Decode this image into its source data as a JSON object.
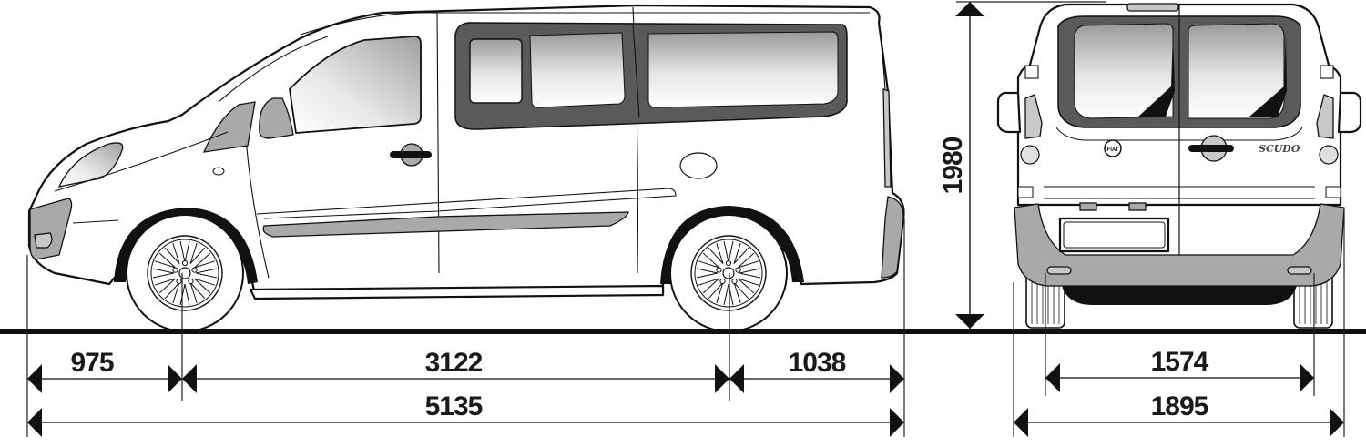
{
  "diagram": {
    "subject": "Van dimension drawing (side and rear elevation)",
    "units": "mm",
    "side_view": {
      "dimensions": {
        "front_overhang": "975",
        "wheelbase": "3122",
        "rear_overhang": "1038",
        "overall_length": "5135"
      }
    },
    "rear_view": {
      "dimensions": {
        "overall_height": "1980",
        "track_width": "1574",
        "overall_width": "1895"
      },
      "badge_text": "SCUDO",
      "logo_text": "FIAT"
    },
    "colors": {
      "line": "#111111",
      "window_frame": "#5a5a5a",
      "trim_grey": "#a9a9a9",
      "background": "#ffffff"
    }
  }
}
